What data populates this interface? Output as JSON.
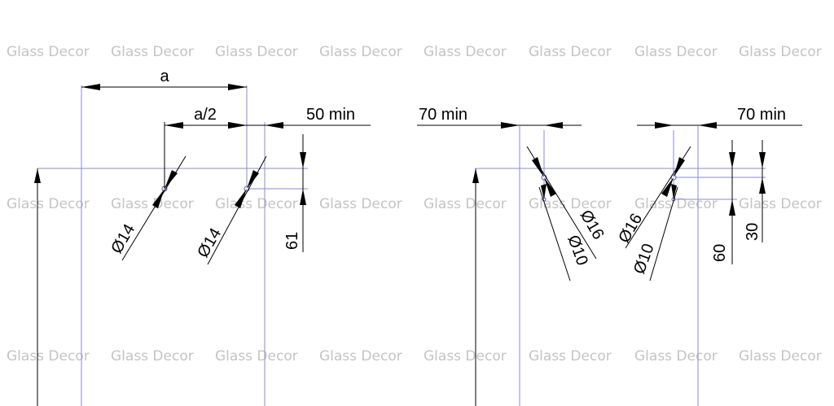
{
  "watermark": {
    "text": "Glass Decor",
    "color": "#c4c4c4"
  },
  "colors": {
    "centerline": "#8a8ad8",
    "dimension": "#000000"
  },
  "left_drawing": {
    "labels": {
      "a": "a",
      "a_half": "a/2",
      "min_50": "50 min",
      "dia_1": "Ø14",
      "dia_2": "Ø14",
      "d61": "61"
    }
  },
  "right_drawing": {
    "labels": {
      "min_left": "70 min",
      "min_right": "70 min",
      "dia16_left": "Ø16",
      "dia10_left": "Ø10",
      "dia16_right": "Ø16",
      "dia10_right": "Ø10",
      "d60": "60",
      "d30": "30"
    }
  }
}
